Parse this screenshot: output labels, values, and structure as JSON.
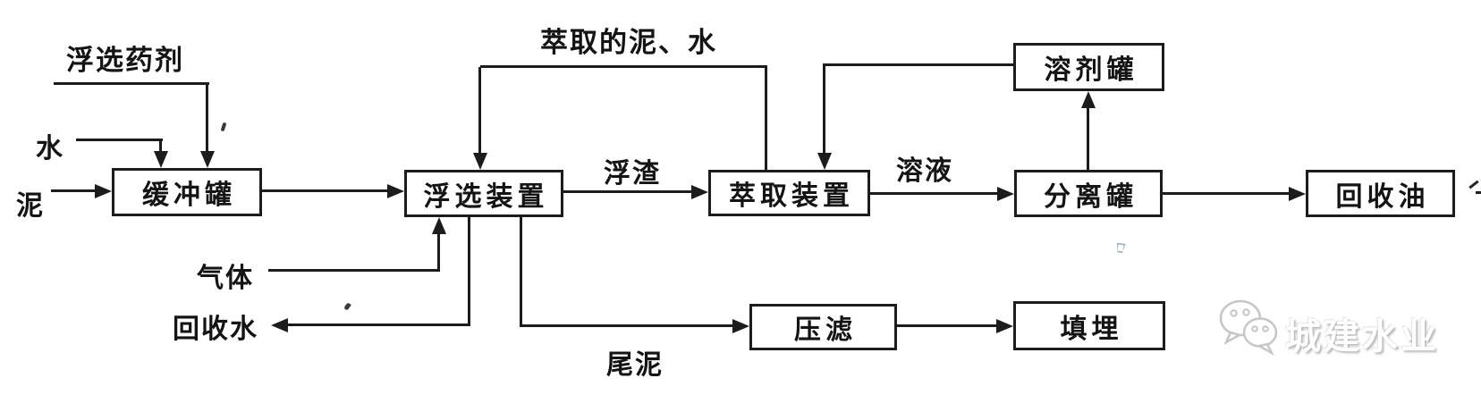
{
  "diagram": {
    "type": "process-flow",
    "language": "zh",
    "nodes": {
      "buffer_tank": "缓冲罐",
      "flotation_unit": "浮选装置",
      "extraction_unit": "萃取装置",
      "solvent_tank": "溶剂罐",
      "separation_tank": "分离罐",
      "recovered_oil": "回收油",
      "press_filter": "压滤",
      "landfill": "填埋"
    },
    "stream_labels": {
      "flotation_reagent": "浮选药剂",
      "water": "水",
      "mud": "泥",
      "gas": "气体",
      "recovered_water": "回收水",
      "extracted_mud_water": "萃取的泥、水",
      "scum": "浮渣",
      "solution": "溶液",
      "tail_mud": "尾泥"
    },
    "edges": [
      {
        "from": "泥",
        "to": "缓冲罐",
        "label": ""
      },
      {
        "from": "水",
        "to": "缓冲罐",
        "label": ""
      },
      {
        "from": "浮选药剂",
        "to": "缓冲罐",
        "label": ""
      },
      {
        "from": "缓冲罐",
        "to": "浮选装置",
        "label": ""
      },
      {
        "from": "气体",
        "to": "浮选装置",
        "label": ""
      },
      {
        "from": "浮选装置",
        "to": "回收水",
        "label": ""
      },
      {
        "from": "浮选装置",
        "to": "萃取装置",
        "label": "浮渣"
      },
      {
        "from": "萃取装置",
        "to": "浮选装置",
        "label": "萃取的泥、水"
      },
      {
        "from": "溶剂罐",
        "to": "萃取装置",
        "label": ""
      },
      {
        "from": "萃取装置",
        "to": "分离罐",
        "label": "溶液"
      },
      {
        "from": "分离罐",
        "to": "溶剂罐",
        "label": ""
      },
      {
        "from": "分离罐",
        "to": "回收油",
        "label": ""
      },
      {
        "from": "浮选装置",
        "to": "压滤",
        "label": "尾泥"
      },
      {
        "from": "压滤",
        "to": "填埋",
        "label": ""
      }
    ],
    "watermark": {
      "text": "城建水业",
      "icon": "wechat-chat-bubbles"
    },
    "colors": {
      "line": "#1c1c1c",
      "background": "#ffffff",
      "watermark_gray": "#bdbdbd",
      "artifact_blue": "#a8b5cc"
    }
  }
}
